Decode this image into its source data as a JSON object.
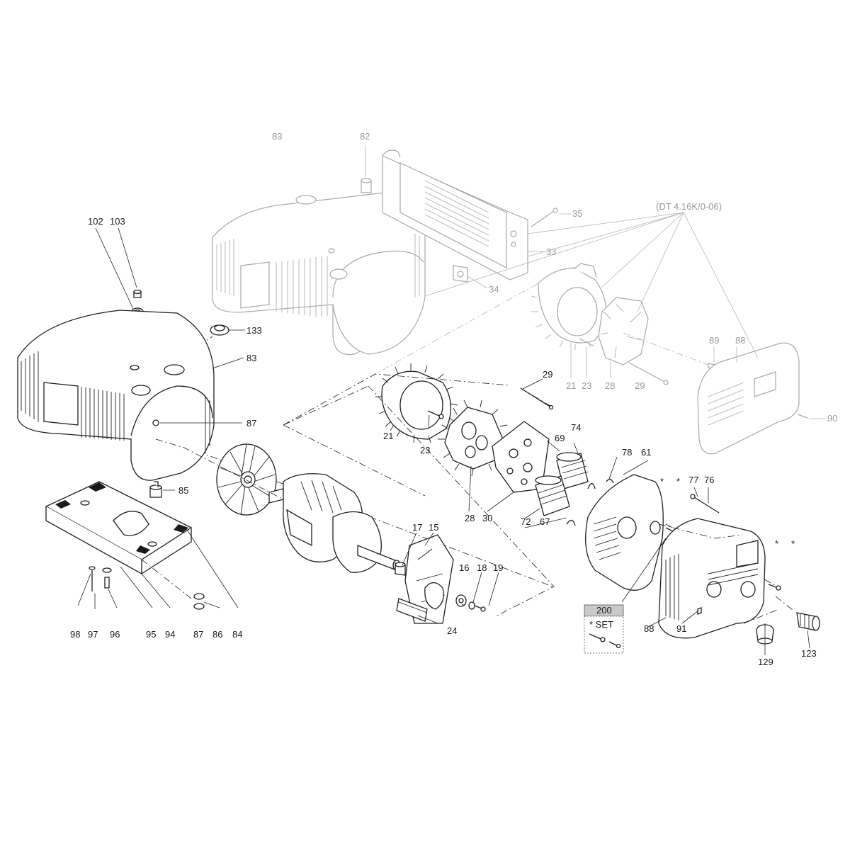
{
  "diagram": {
    "reference": "(DT 4.16K/0-06)",
    "set_box": {
      "number": "200",
      "label": "* SET"
    },
    "labels": [
      {
        "id": "l83a",
        "text": "83",
        "style": "ghost"
      },
      {
        "id": "l82",
        "text": "82",
        "style": "ghost"
      },
      {
        "id": "l35",
        "text": "35",
        "style": "ghost"
      },
      {
        "id": "l33",
        "text": "33",
        "style": "ghost"
      },
      {
        "id": "l34",
        "text": "34",
        "style": "ghost"
      },
      {
        "id": "l21a",
        "text": "21",
        "style": "ghost"
      },
      {
        "id": "l23a",
        "text": "23",
        "style": "ghost"
      },
      {
        "id": "l28a",
        "text": "28",
        "style": "ghost"
      },
      {
        "id": "l29a",
        "text": "29",
        "style": "ghost"
      },
      {
        "id": "l89",
        "text": "89",
        "style": "ghost"
      },
      {
        "id": "l88a",
        "text": "88",
        "style": "ghost"
      },
      {
        "id": "l90",
        "text": "90",
        "style": "ghost"
      },
      {
        "id": "l102",
        "text": "102",
        "style": "main"
      },
      {
        "id": "l103",
        "text": "103",
        "style": "main"
      },
      {
        "id": "l133",
        "text": "133",
        "style": "main"
      },
      {
        "id": "l83b",
        "text": "83",
        "style": "main"
      },
      {
        "id": "l87a",
        "text": "87",
        "style": "main"
      },
      {
        "id": "l85",
        "text": "85",
        "style": "main"
      },
      {
        "id": "l29b",
        "text": "29",
        "style": "main"
      },
      {
        "id": "l21b",
        "text": "21",
        "style": "main"
      },
      {
        "id": "l23b",
        "text": "23",
        "style": "main"
      },
      {
        "id": "l69",
        "text": "69",
        "style": "main"
      },
      {
        "id": "l74",
        "text": "74",
        "style": "main"
      },
      {
        "id": "l78",
        "text": "78",
        "style": "main"
      },
      {
        "id": "l61",
        "text": "61",
        "style": "main"
      },
      {
        "id": "l77",
        "text": "77",
        "style": "main"
      },
      {
        "id": "l76",
        "text": "76",
        "style": "main"
      },
      {
        "id": "lstar1",
        "text": "*",
        "style": "main"
      },
      {
        "id": "lstar2",
        "text": "*",
        "style": "main"
      },
      {
        "id": "lstar3",
        "text": "*",
        "style": "main"
      },
      {
        "id": "lstar4",
        "text": "*",
        "style": "main"
      },
      {
        "id": "l28b",
        "text": "28",
        "style": "main"
      },
      {
        "id": "l30",
        "text": "30",
        "style": "main"
      },
      {
        "id": "l72",
        "text": "72",
        "style": "main"
      },
      {
        "id": "l67",
        "text": "67",
        "style": "main"
      },
      {
        "id": "l17",
        "text": "17",
        "style": "main"
      },
      {
        "id": "l15",
        "text": "15",
        "style": "main"
      },
      {
        "id": "l16",
        "text": "16",
        "style": "main"
      },
      {
        "id": "l18",
        "text": "18",
        "style": "main"
      },
      {
        "id": "l19",
        "text": "19",
        "style": "main"
      },
      {
        "id": "l24",
        "text": "24",
        "style": "main"
      },
      {
        "id": "l98",
        "text": "98",
        "style": "main"
      },
      {
        "id": "l97",
        "text": "97",
        "style": "main"
      },
      {
        "id": "l96",
        "text": "96",
        "style": "main"
      },
      {
        "id": "l95",
        "text": "95",
        "style": "main"
      },
      {
        "id": "l94",
        "text": "94",
        "style": "main"
      },
      {
        "id": "l87b",
        "text": "87",
        "style": "main"
      },
      {
        "id": "l86",
        "text": "86",
        "style": "main"
      },
      {
        "id": "l84",
        "text": "84",
        "style": "main"
      },
      {
        "id": "l88b",
        "text": "88",
        "style": "main"
      },
      {
        "id": "l91",
        "text": "91",
        "style": "main"
      },
      {
        "id": "l129",
        "text": "129",
        "style": "main"
      },
      {
        "id": "l123",
        "text": "123",
        "style": "main"
      }
    ]
  }
}
